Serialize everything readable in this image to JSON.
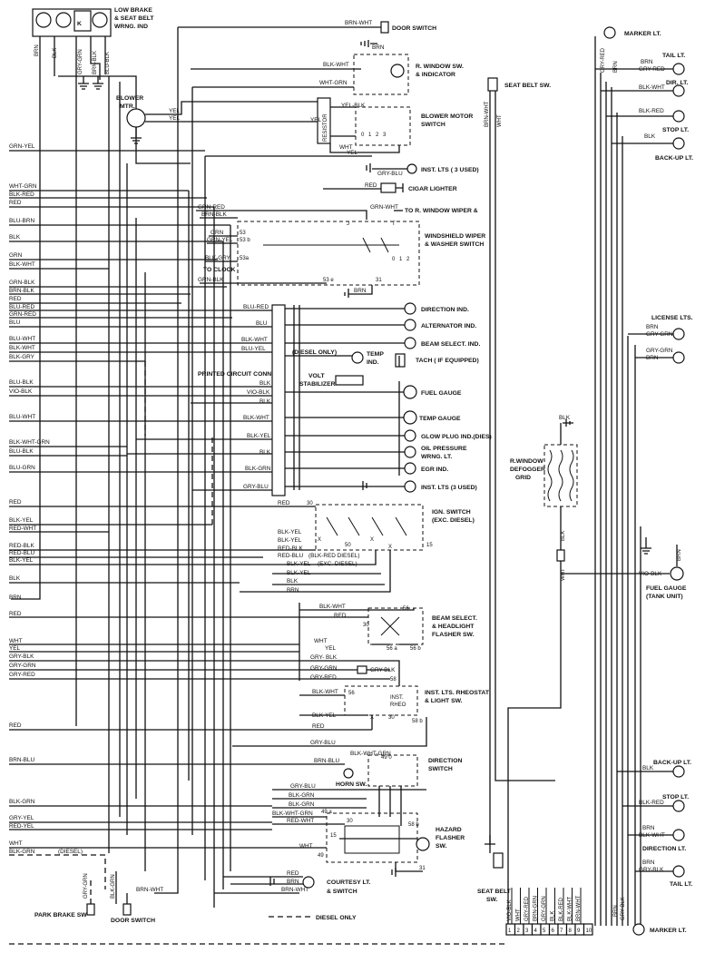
{
  "components": {
    "low_brake_line1": "LOW BRAKE",
    "low_brake_line2": "& SEAT BELT",
    "low_brake_line3": "WRNG. IND",
    "door_switch_top": "DOOR SWITCH",
    "r_window_sw_line1": "R. WINDOW SW.",
    "r_window_sw_line2": "& INDICATOR",
    "blower_mtr_line1": "BLOWER",
    "blower_mtr_line2": "MTR.",
    "resistor": "RESISTOR",
    "blower_motor_switch_line1": "BLOWER MOTOR",
    "blower_motor_switch_line2": "SWITCH",
    "inst_lts_top": "INST. LTS ( 3 USED)",
    "cigar_lighter": "CIGAR LIGHTER",
    "to_r_window_wiper": "TO R. WINDOW WIPER &",
    "windshield_wiper_line1": "WINDSHIELD WIPER",
    "windshield_wiper_line2": "& WASHER SWITCH",
    "to_clock": "TO CLOCK",
    "direction_ind": "DIRECTION IND.",
    "alternator_ind": "ALTERNATOR IND.",
    "beam_select_ind": "BEAM SELECT. IND.",
    "diesel_only": "(DIESEL ONLY)",
    "temp_ind_line1": "TEMP",
    "temp_ind_line2": "IND.",
    "tach": "TACH ( IF EQUIPPED)",
    "printed_circuit_conn": "PRINTED CIRCUIT CONN.",
    "volt_stabilizer_line1": "VOLT",
    "volt_stabilizer_line2": "STABILIZER",
    "fuel_gauge": "FUEL GAUGE",
    "temp_gauge": "TEMP GAUGE",
    "glow_plug_ind": "GLOW PLUG IND.(DIES)",
    "oil_pressure_line1": "OIL PRESSURE",
    "oil_pressure_line2": "WRNG. LT.",
    "egr_ind": "EGR IND.",
    "inst_lts_bottom": "INST. LTS (3 USED)",
    "ign_switch_line1": "IGN. SWITCH",
    "ign_switch_line2": "(EXC. DIESEL)",
    "blk_red_diesel": "(BLK-RED DIESEL)",
    "exc_diesel": "(EXC. DIESEL)",
    "beam_select_sw_line1": "BEAM SELECT.",
    "beam_select_sw_line2": "& HEADLIGHT",
    "beam_select_sw_line3": "FLASHER SW.",
    "inst_lts_rheostat_line1": "INST. LTS. RHEOSTAT",
    "inst_lts_rheostat_line2": "& LIGHT SW.",
    "inst_rheo": "INST.",
    "inst_rheo2": "RHEO",
    "direction_switch_line1": "DIRECTION",
    "direction_switch_line2": "SWITCH",
    "horn_sw": "HORN SW.",
    "hazard_flasher_line1": "HAZARD",
    "hazard_flasher_line2": "FLASHER",
    "hazard_flasher_line3": "SW.",
    "courtesy_lt_line1": "COURTESY LT.",
    "courtesy_lt_line2": "& SWITCH",
    "diesel_only_legend": "DIESEL ONLY",
    "park_brake_sw": "PARK BRAKE SW",
    "door_switch_bottom": "DOOR SWITCH",
    "diesel_paren": "(DIESEL)",
    "seat_belt_sw_top": "SEAT BELT SW.",
    "r_window_defogger_line1": "R.WINDOW",
    "r_window_defogger_line2": "DEFOGGER",
    "r_window_defogger_line3": "GRID",
    "seat_belt_sw_bottom_line1": "SEAT BELT",
    "seat_belt_sw_bottom_line2": "SW.",
    "marker_lt_top": "MARKER LT.",
    "tail_lt_top": "TAIL LT.",
    "dir_lt_top": "DIR. LT.",
    "stop_lt_top": "STOP LT.",
    "back_up_lt_top": "BACK-UP LT.",
    "license_lts": "LICENSE LTS.",
    "fuel_gauge_tank_line1": "FUEL GAUGE",
    "fuel_gauge_tank_line2": "(TANK UNIT)",
    "back_up_lt_bottom": "BACK-UP LT.",
    "stop_lt_bottom": "STOP LT.",
    "direction_lt_bottom": "DIRECTION LT.",
    "tail_lt_bottom": "TAIL LT.",
    "marker_lt_bottom": "MARKER LT."
  },
  "wires": {
    "top_brn": "BRN",
    "top_blk": "BLK",
    "top_gry_grn": "GRY-GRN",
    "top_brn_blk": "BRN-BLK",
    "top_blu_blk": "BLU-BLK",
    "brn_wht": "BRN-WHT",
    "brn": "BRN",
    "blk_wht": "BLK-WHT",
    "wht_grn": "WHT-GRN",
    "yel1": "YEL",
    "yel2": "YEL",
    "yel_blk": "YEL-BLK",
    "yel3": "YEL",
    "wht": "WHT",
    "gry_blu": "GRY-BLU",
    "red1": "RED",
    "grn_yel": "GRN-YEL",
    "wht_grn2": "WHT-GRN",
    "blk_red": "BLK-RED",
    "red2": "RED",
    "blu_brn": "BLU-BRN",
    "blk": "BLK",
    "grn": "GRN",
    "blk_wht2": "BLK-WHT",
    "grn_blk": "GRN-BLK",
    "brn_blk": "BRN-BLK",
    "red3": "RED",
    "blu_red": "BLU-RED",
    "grn_red": "GRN-RED",
    "blu": "BLU",
    "blu_wht": "BLU-WHT",
    "blk_wht3": "BLK-WHT",
    "blk_gry": "BLK-GRY",
    "blu_blk": "BLU-BLK",
    "vio_blk": "VIO-BLK",
    "blu_wht2": "BLU-WHT",
    "blk_wht_grn": "BLK-WHT-GRN",
    "blu_blk2": "BLU-BLK",
    "blu_grn": "BLU-GRN",
    "grn_red_w": "GRN-RED",
    "brn_blk_w": "BRN-BLK",
    "grn_w": "GRN",
    "grn_yel_w": "GRN-YEL",
    "blk_gry_w": "BLK-GRY",
    "grn_blk_w": "GRN-BLK",
    "grn_wht_w": "GRN-WHT",
    "brn_w": "BRN",
    "blu_red_w": "BLU-RED",
    "blu_w": "BLU",
    "blk_wht_w": "BLK-WHT",
    "blu_yel_w": "BLU-YEL",
    "blk_w": "BLK",
    "vio_blk_w": "VIO-BLK",
    "blk_w2": "BLK",
    "blk_wht_w2": "BLK-WHT",
    "blk_yel_w": "BLK-YEL",
    "blk_w3": "BLK",
    "blk_grn_w": "BLK-GRN",
    "gry_blu_w": "GRY-BLU",
    "red_l": "RED",
    "blk_yel_l": "BLK-YEL",
    "red_wht_l": "RED-WHT",
    "red_blk_l": "RED-BLK",
    "red_blu_l": "RED-BLU",
    "blk_yel_l2": "BLK-YEL",
    "blk_l": "BLK",
    "brn_l": "BRN",
    "red_l2": "RED",
    "wht_l": "WHT",
    "yel_l": "YEL",
    "gry_blk_l": "GRY-BLK",
    "gry_grn_l": "GRY-GRN",
    "gry_red_l": "GRY-RED",
    "red_l3": "RED",
    "brn_blu_l": "BRN-BLU",
    "blk_grn_l": "BLK-GRN",
    "gry_yel_l": "GRY-YEL",
    "red_yel_l": "RED-YEL",
    "wht_l2": "WHT",
    "blk_grn_l2": "BLK-GRN",
    "ign_red": "RED",
    "ign_30": "30",
    "ign_blk_yel": "BLK-YEL",
    "ign_blk_yel2": "BLK-YEL",
    "ign_red_blk": "RED-BLK",
    "ign_red_blu": "RED-BLU",
    "ign_blk_yel3": "BLK-YEL",
    "ign_blk_yel4": "BLK-YEL",
    "ign_blk": "BLK",
    "ign_brn": "BRN",
    "ign_50": "50",
    "ign_15": "15",
    "bs_blk_wht": "BLK-WHT",
    "bs_red": "RED",
    "bs_wht": "WHT",
    "bs_yel": "YEL",
    "bs_gry_blk": "GRY- BLK",
    "bs_gry_grn": "GRY-GRN",
    "bs_gry_blk2": "GRY-BLK",
    "bs_gry_red": "GRY-RED",
    "bs_blk_wht2": "BLK-WHT",
    "bs_blk_yel": "BLK-YEL",
    "bs_red2": "RED",
    "bs_gry_blu": "GRY-BLU",
    "ds_blk_wht_grn": "BLK-WHT-GRN",
    "ds_brn_blu": "BRN-BLU",
    "ds_gry_blu": "GRY-BLU",
    "ds_blk_grn": "BLK-GRN",
    "ds_blk_grn2": "BLK-GRN",
    "ds_red_wht": "RED-WHT",
    "ds_wht": "WHT",
    "ds_blk_grn3": "BLK-GRN",
    "ds_blk_wht": "BLK-WHT",
    "ds_red": "RED",
    "ds_brn": "BRN",
    "ds_brn_wht": "BRN-WHT",
    "ds_gry_blu2": "GRY-BLU",
    "bl_gry_grn": "GRY-GRN",
    "bl_blk_grn": "BLK-GRN",
    "bl_gry_yel": "GRY-YEL",
    "bl_brn_wht": "BRN-WHT",
    "bl_red_wht": "RED-WHT",
    "rw_brn_wht": "BRN-WHT",
    "rw_wht": "WHT",
    "rw_blk": "BLK",
    "rw_blk2": "BLK",
    "rb_vio_blk": "VIO-BLK",
    "rb_wht": "WHT",
    "rb_gry_red": "GRY-RED",
    "rb_brn_grn": "BRN-GRN",
    "rb_gry_grn": "GRY-GRN",
    "rb_blk": "BLK",
    "rb_blk_red": "BLK-RED",
    "rb_blk_wht": "BLK-WHT",
    "rb_brn_wht": "BRN-WHT",
    "rr_gry_red": "GRY-RED",
    "rr_brn": "BRN",
    "rr_gry_red2": "GRY-RED",
    "rr_blk_wht": "BLK-WHT",
    "rr_blk_red": "BLK-RED",
    "rr_blk": "BLK",
    "rr_brn2": "BRN",
    "rr_gry_grn": "GRY-GRN",
    "rr_gry_grn2": "GRY-GRN",
    "rr_brn3": "BRN",
    "rr_vio_blk": "VIO-BLK",
    "rr_brn4": "BRN",
    "rr_blk2": "BLK",
    "rr_blk_red2": "BLK-RED",
    "rr_brn5": "BRN",
    "rr_blk_wht2": "BLK-WHT",
    "rr_brn6": "BRN",
    "rr_gry_blk": "GRY-BLK",
    "rr_brn7": "BRN",
    "rr_gry_blk2": "GRY-BLK",
    "ww_53": "53",
    "ww_53b": "53 b",
    "ww_53a": "53a",
    "ww_53e": "53 e",
    "ww_31": "31",
    "ww_j": "J",
    "ww_t": "T",
    "ww_0": "0",
    "ww_1": "1",
    "ww_2": "2",
    "bm_0": "0",
    "bm_1": "1",
    "bm_2": "2",
    "bm_3": "3",
    "bs_30": "30",
    "bs_56": "56",
    "bs_56a": "56 a",
    "bs_56b": "56 b",
    "il_56": "56",
    "il_58": "58",
    "il_30": "30",
    "il_58b": "58 b",
    "il_x": "X",
    "hz_49a": "49 a",
    "hz_49": "49",
    "hz_30": "30",
    "hz_15": "15",
    "hz_58b": "58 b",
    "hz_31": "31",
    "ds_49o": "49 0",
    "ign_x1": "X",
    "ign_x2": "X",
    "ign_x3": "X"
  },
  "seat_belt_pins": [
    "1",
    "2",
    "3",
    "4",
    "5",
    "6",
    "7",
    "8",
    "9",
    "10"
  ],
  "seat_belt_pin_wires": [
    "VIO-BLK",
    "WHT",
    "GRY-RED",
    "BRN-GRN",
    "GRY-GRN",
    "BLK",
    "BLK-RED",
    "BLK-WHT",
    "BRN-WHT"
  ]
}
